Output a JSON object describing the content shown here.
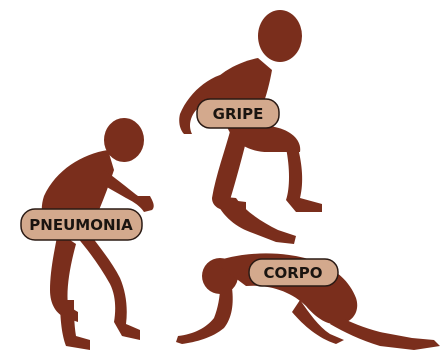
{
  "colors": {
    "figure": "#7a2e1c",
    "label_fill": "#d3a98d",
    "label_stroke": "#2a1a14",
    "label_text": "#1a1410"
  },
  "labels": {
    "gripe": "GRIPE",
    "pneumonia": "PNEUMONIA",
    "corpo": "CORPO"
  }
}
